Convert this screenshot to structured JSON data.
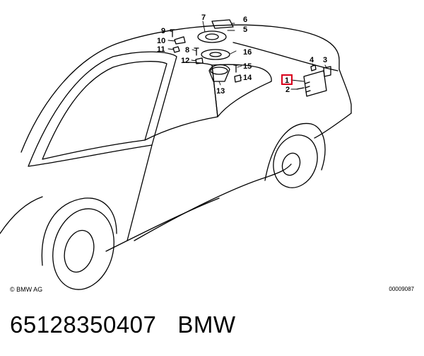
{
  "diagram": {
    "callouts": {
      "c1": "1",
      "c2": "2",
      "c3": "3",
      "c4": "4",
      "c5": "5",
      "c6": "6",
      "c7": "7",
      "c8": "8",
      "c9": "9",
      "c10": "10",
      "c11": "11",
      "c12": "12",
      "c13": "13",
      "c14": "14",
      "c15": "15",
      "c16": "16"
    },
    "highlighted_callout": "1",
    "highlight_color": "#d9001b"
  },
  "footer": {
    "copyright": "© BMW AG",
    "drawing_number": "00009087"
  },
  "caption": {
    "part_number": "65128350407",
    "brand": "BMW"
  }
}
